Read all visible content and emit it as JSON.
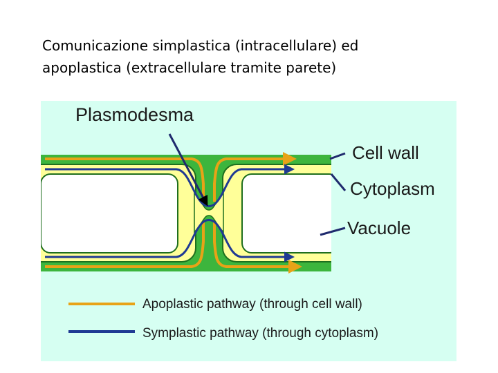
{
  "slide": {
    "title": "Comunicazione simplastica (intracellulare) ed\napoplastica (extracellulare tramite parete)"
  },
  "diagram": {
    "labels": {
      "plasmodesma": "Plasmodesma",
      "cell_wall": "Cell wall",
      "cytoplasm": "Cytoplasm",
      "vacuole": "Vacuole"
    },
    "legend": [
      {
        "label": "Apoplastic pathway (through cell wall)",
        "color": "#E8A317"
      },
      {
        "label": "Symplastic pathway (through cytoplasm)",
        "color": "#1F3A93"
      }
    ],
    "colors": {
      "background": "#D6FFF2",
      "cell_wall": "#3DB53D",
      "cytoplasm": "#FFFF99",
      "vacuole": "#FFFFFF",
      "cell_edge": "#1E6E1E",
      "apoplastic": "#E8A317",
      "symplastic": "#1F3A93"
    }
  }
}
